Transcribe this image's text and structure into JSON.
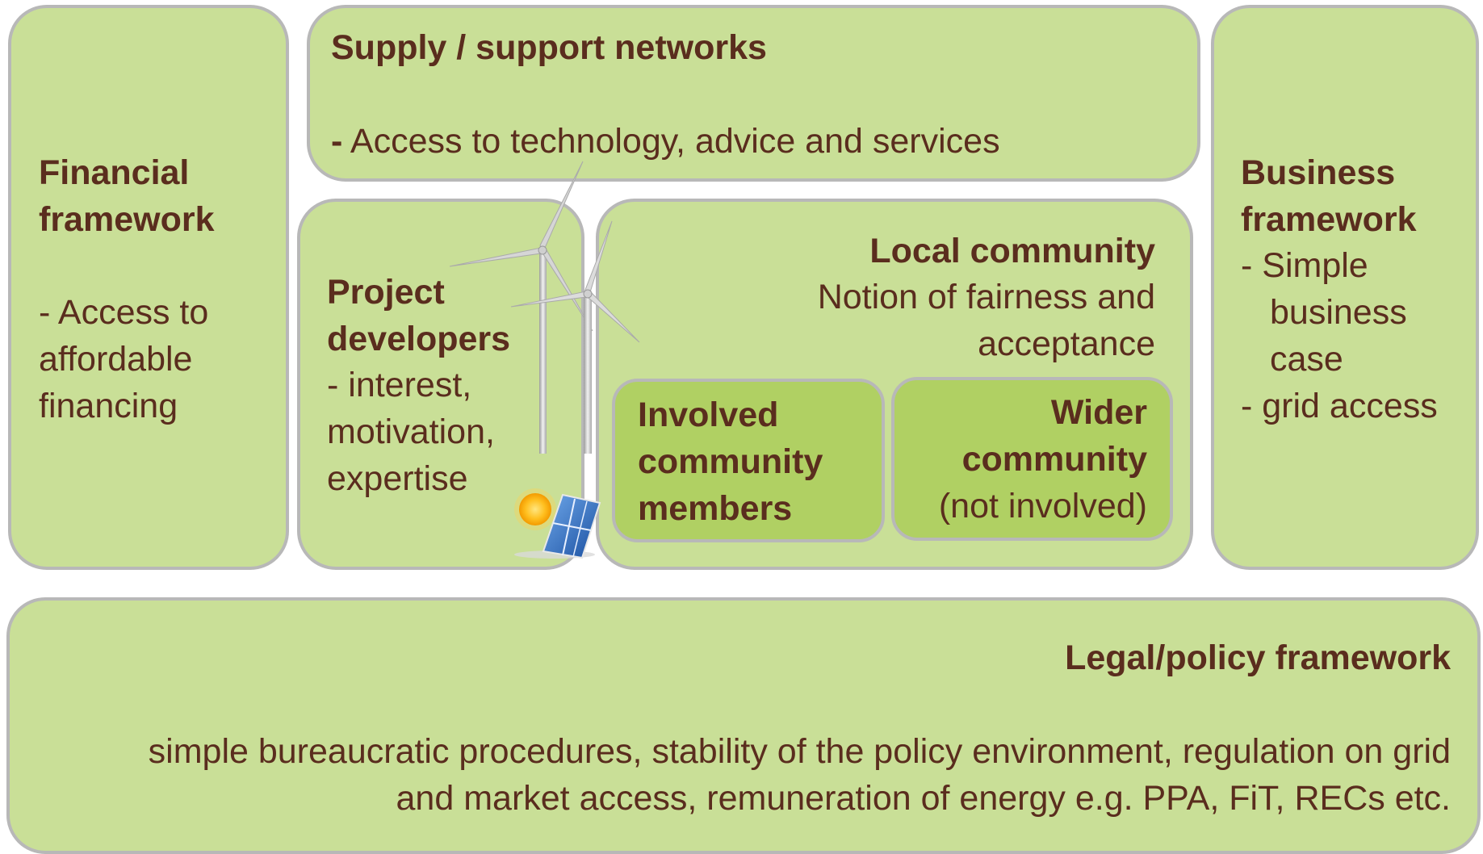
{
  "financial": {
    "title_l1": "Financial",
    "title_l2": "framework",
    "item_l1": "- Access to",
    "item_l2": "affordable",
    "item_l3": "financing"
  },
  "supply": {
    "title": "Supply / support networks",
    "item_dash": "-",
    "item": " Access to technology, advice and services"
  },
  "business": {
    "title_l1": "Business",
    "title_l2": "framework",
    "item1_l1": "-  Simple",
    "item1_l2": "business",
    "item1_l3": "case",
    "item2": "-  grid access"
  },
  "project": {
    "title_l1": "Project",
    "title_l2": "developers",
    "item_l1": "- interest,",
    "item_l2": "motivation,",
    "item_l3": "expertise"
  },
  "local": {
    "title": "Local community",
    "item_l1": "Notion of fairness and",
    "item_l2": "acceptance"
  },
  "involved": {
    "l1": "Involved",
    "l2": "community",
    "l3": "members"
  },
  "wider": {
    "l1": "Wider",
    "l2": "community",
    "l3": "(not involved)"
  },
  "legal": {
    "title": "Legal/policy framework",
    "item_l1": "simple bureaucratic procedures, stability of the policy environment, regulation on grid",
    "item_l2": "and market access, remuneration of energy e.g. PPA, FiT, RECs etc."
  },
  "colors": {
    "box_fill": "#c9df97",
    "inner_fill": "#b0d063",
    "border": "#b8b8b8",
    "text": "#5a2d1e"
  },
  "icons": [
    "wind-turbine-icon",
    "solar-panel-icon",
    "sun-icon"
  ]
}
